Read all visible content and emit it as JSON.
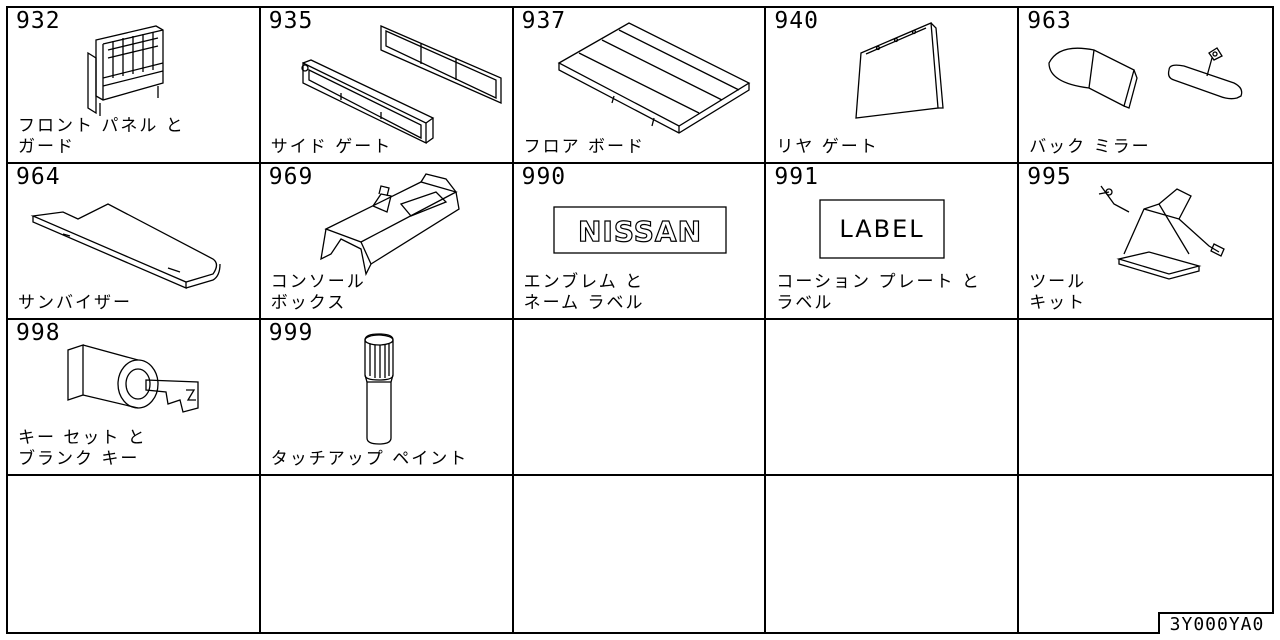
{
  "parts": [
    {
      "number": "932",
      "label": [
        "フロント パネル と",
        "ガード"
      ],
      "icon": "front-panel-guard-illustration"
    },
    {
      "number": "935",
      "label": [
        "サイド ゲート"
      ],
      "icon": "side-gate-illustration"
    },
    {
      "number": "937",
      "label": [
        "フロア ボード"
      ],
      "icon": "floor-board-illustration"
    },
    {
      "number": "940",
      "label": [
        "リヤ ゲート"
      ],
      "icon": "rear-gate-illustration"
    },
    {
      "number": "963",
      "label": [
        "バック ミラー"
      ],
      "icon": "back-mirror-illustration"
    },
    {
      "number": "964",
      "label": [
        "サンバイザー"
      ],
      "icon": "sun-visor-illustration"
    },
    {
      "number": "969",
      "label": [
        "コンソール",
        "ボックス"
      ],
      "icon": "console-box-illustration"
    },
    {
      "number": "990",
      "label": [
        "エンブレム と",
        "ネーム ラベル"
      ],
      "icon": "emblem-illustration",
      "emblem_text": "NISSAN"
    },
    {
      "number": "991",
      "label": [
        "コーション プレート と",
        "ラベル"
      ],
      "icon": "label-plate-illustration",
      "plate_text": "LABEL"
    },
    {
      "number": "995",
      "label": [
        "ツール",
        "キット"
      ],
      "icon": "jack-tool-illustration"
    },
    {
      "number": "998",
      "label": [
        "キー セット と",
        "ブランク キー"
      ],
      "icon": "key-cylinder-illustration"
    },
    {
      "number": "999",
      "label": [
        "タッチアップ ペイント"
      ],
      "icon": "touch-up-paint-illustration"
    }
  ],
  "diagram_code": "3Y000YA0"
}
